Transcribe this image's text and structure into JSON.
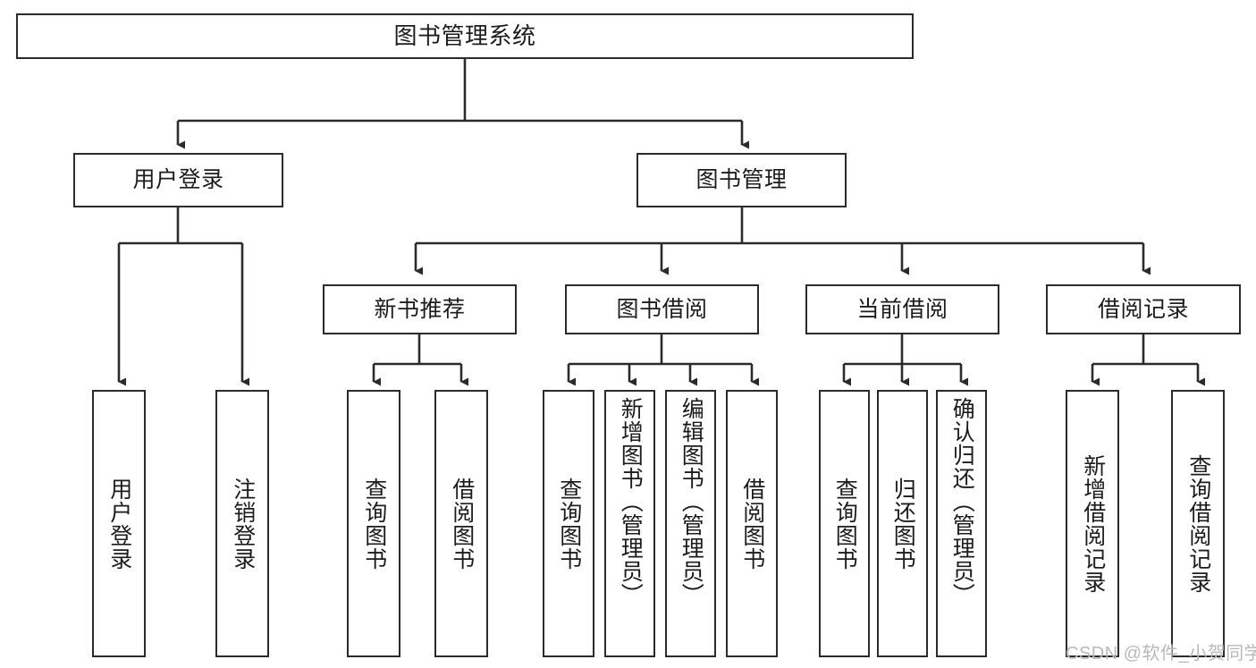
{
  "diagram": {
    "type": "tree-hierarchy",
    "title": "图书管理系统",
    "orientation": "top-down",
    "colors": {
      "border": "#2b2b2b",
      "node_fill": "#ffffff",
      "background": "#ffffff",
      "edge": "#2b2b2b",
      "watermark": "#b9b9b9"
    },
    "nodes": {
      "root": {
        "label": "图书管理系统"
      },
      "level2": [
        {
          "id": "user-login",
          "label": "用户登录"
        },
        {
          "id": "book-management",
          "label": "图书管理"
        }
      ],
      "level3": [
        {
          "id": "new-book-recommend",
          "label": "新书推荐"
        },
        {
          "id": "book-borrow",
          "label": "图书借阅"
        },
        {
          "id": "current-borrow",
          "label": "当前借阅"
        },
        {
          "id": "borrow-record",
          "label": "借阅记录"
        }
      ],
      "leaves": {
        "user_login": [
          {
            "id": "leaf-user-login",
            "label": "用户登录"
          },
          {
            "id": "leaf-logout-login",
            "label": "注销登录"
          }
        ],
        "new_book_recommend": [
          {
            "id": "leaf-query-book-1",
            "label": "查询图书"
          },
          {
            "id": "leaf-borrow-book-1",
            "label": "借阅图书"
          }
        ],
        "book_borrow": [
          {
            "id": "leaf-query-book-2",
            "label": "查询图书"
          },
          {
            "id": "leaf-add-book",
            "label": "新增图书（管理员）"
          },
          {
            "id": "leaf-edit-book",
            "label": "编辑图书（管理员）"
          },
          {
            "id": "leaf-borrow-book-2",
            "label": "借阅图书"
          }
        ],
        "current_borrow": [
          {
            "id": "leaf-query-book-3",
            "label": "查询图书"
          },
          {
            "id": "leaf-return-book",
            "label": "归还图书"
          },
          {
            "id": "leaf-confirm-return",
            "label": "确认归还（管理员）"
          }
        ],
        "borrow_record": [
          {
            "id": "leaf-add-record",
            "label": "新增借阅记录"
          },
          {
            "id": "leaf-query-record",
            "label": "查询借阅记录"
          }
        ]
      }
    }
  },
  "watermark": {
    "text": "CSDN @软件_小贺同学"
  }
}
